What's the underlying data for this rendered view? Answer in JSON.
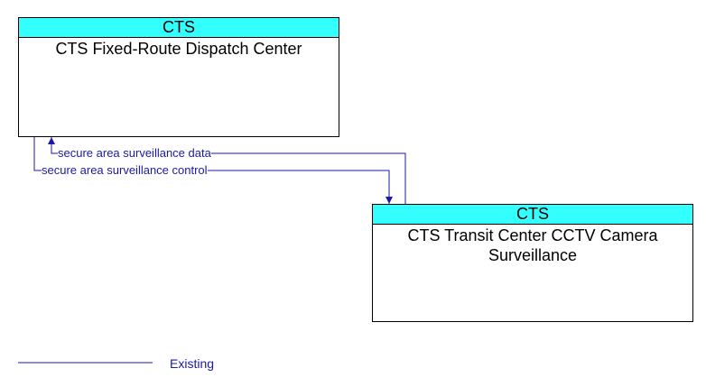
{
  "colors": {
    "header_fill": "#33ffff",
    "flow_line": "#1a1aa6",
    "border": "#000000"
  },
  "nodes": {
    "dispatch": {
      "owner": "CTS",
      "name": "CTS Fixed-Route Dispatch Center"
    },
    "cctv": {
      "owner": "CTS",
      "name": "CTS Transit Center CCTV Camera Surveillance"
    }
  },
  "flows": {
    "data": {
      "label": "secure area surveillance data",
      "from": "cctv",
      "to": "dispatch"
    },
    "control": {
      "label": "secure area surveillance control",
      "from": "dispatch",
      "to": "cctv"
    }
  },
  "legend": {
    "existing_label": "Existing"
  }
}
